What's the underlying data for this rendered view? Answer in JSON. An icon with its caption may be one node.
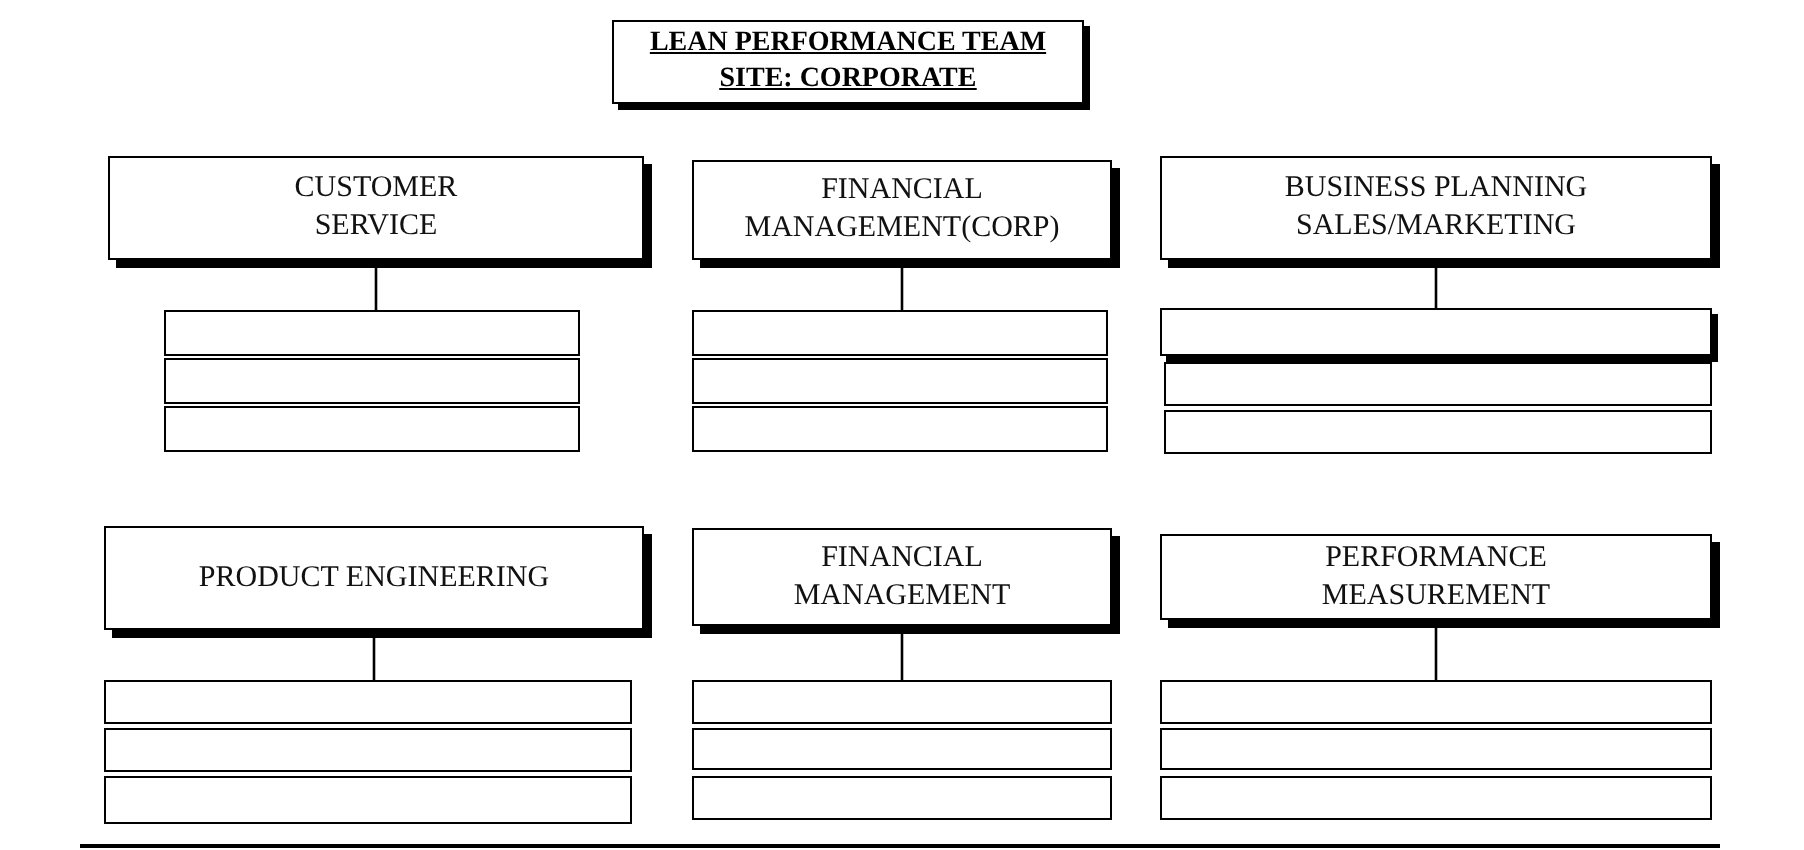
{
  "diagram": {
    "nodes": [
      {
        "text": [
          "LEAN PERFORMANCE TEAM",
          "SITE: CORPORATE"
        ]
      },
      {
        "text": [
          "CUSTOMER SERVICE"
        ]
      },
      {
        "text": [],
        "shape": "box"
      },
      {
        "text": [],
        "shape": "box"
      },
      {
        "text": [],
        "shape": "box"
      },
      {
        "text": [
          "FINANCIAL MANAGEMENT(CORP)"
        ]
      },
      {
        "text": [],
        "shape": "box"
      },
      {
        "text": [],
        "shape": "box"
      },
      {
        "text": [],
        "shape": "box"
      },
      {
        "text": [
          "BUSINESS PLANNING SALES/MARKETING"
        ]
      },
      {
        "text": [],
        "shape": "box"
      },
      {
        "text": [],
        "shape": "box"
      },
      {
        "text": [],
        "shape": "box"
      },
      {
        "text": [
          "PRODUCT ENGINEERING"
        ]
      },
      {
        "text": [],
        "shape": "box"
      },
      {
        "text": [],
        "shape": "box"
      },
      {
        "text": [],
        "shape": "box"
      },
      {
        "text": [
          "FINANCIAL MANAGEMENT"
        ]
      },
      {
        "text": [],
        "shape": "box"
      },
      {
        "text": [],
        "shape": "box"
      },
      {
        "text": [],
        "shape": "box"
      },
      {
        "text": [
          "PERFORMANCE MEASUREMENT"
        ]
      },
      {
        "text": [],
        "shape": "box"
      },
      {
        "text": [],
        "shape": "box"
      },
      {
        "text": [],
        "shape": "box"
      }
    ],
    "edges": [
      {
        "from": 1,
        "to": 2,
        "arrow": "none"
      },
      {
        "from": 5,
        "to": 6,
        "arrow": "none"
      },
      {
        "from": 9,
        "to": 10,
        "arrow": "none"
      },
      {
        "from": 13,
        "to": 14,
        "arrow": "none"
      },
      {
        "from": 17,
        "to": 18,
        "arrow": "none"
      },
      {
        "from": 21,
        "to": 22,
        "arrow": "none"
      }
    ]
  }
}
